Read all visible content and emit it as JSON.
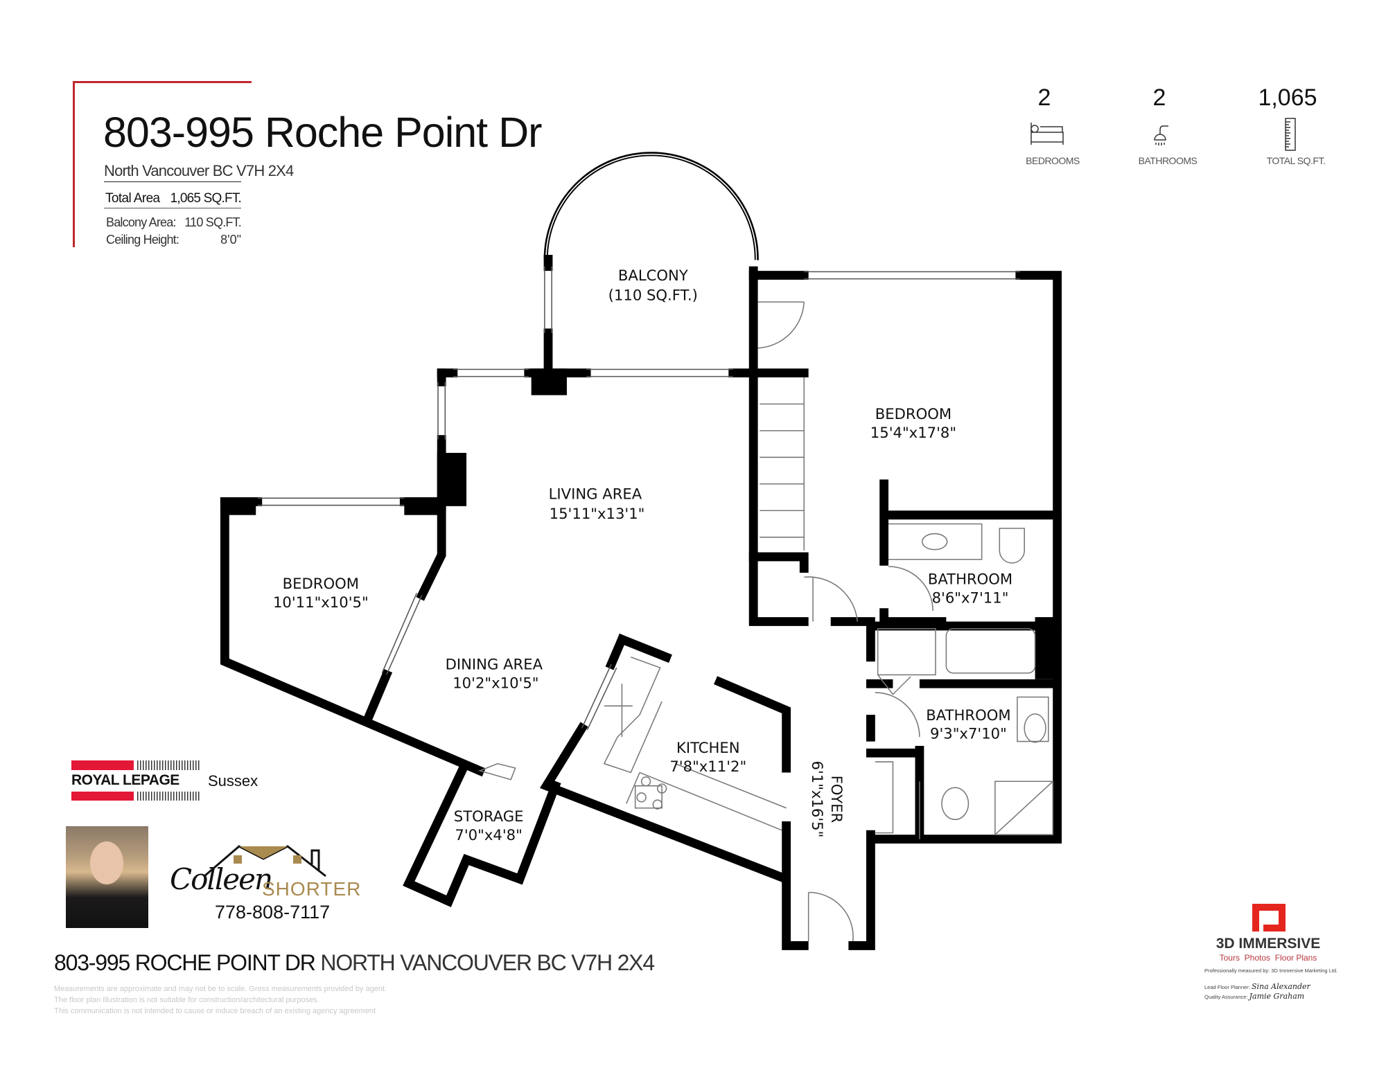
{
  "header": {
    "title": "803-995 Roche Point Dr",
    "subtitle": "North Vancouver BC V7H 2X4",
    "total_area_label": "Total Area",
    "total_area_value": "1,065 SQ.FT.",
    "balcony_area_label": "Balcony Area:",
    "balcony_area_value": "110 SQ.FT.",
    "ceiling_height_label": "Ceiling Height:",
    "ceiling_height_value": "8'0\"",
    "accent_color": "#c0272d"
  },
  "stats": [
    {
      "value": "2",
      "label": "BEDROOMS",
      "icon": "bed-icon"
    },
    {
      "value": "2",
      "label": "BATHROOMS",
      "icon": "shower-icon"
    },
    {
      "value": "1,065",
      "label": "TOTAL SQ.FT.",
      "icon": "ruler-icon"
    }
  ],
  "rooms": {
    "balcony": {
      "name": "BALCONY",
      "size": "(110 SQ.FT.)"
    },
    "bedroom_main": {
      "name": "BEDROOM",
      "size": "15'4\"x17'8\""
    },
    "living": {
      "name": "LIVING AREA",
      "size": "15'11\"x13'1\""
    },
    "bedroom_second": {
      "name": "BEDROOM",
      "size": "10'11\"x10'5\""
    },
    "dining": {
      "name": "DINING AREA",
      "size": "10'2\"x10'5\""
    },
    "bathroom_ensuite": {
      "name": "BATHROOM",
      "size": "8'6\"x7'11\""
    },
    "bathroom_main": {
      "name": "BATHROOM",
      "size": "9'3\"x7'10\""
    },
    "kitchen": {
      "name": "KITCHEN",
      "size": "7'8\"x11'2\""
    },
    "storage": {
      "name": "STORAGE",
      "size": "7'0\"x4'8\""
    },
    "foyer": {
      "name": "FOYER",
      "size": "6'1\"x16'5\""
    }
  },
  "branding": {
    "brokerage": "ROYAL LEPAGE",
    "brokerage_office": "Sussex",
    "agent_first": "Colleen",
    "agent_last": "SHORTER",
    "agent_phone": "778-808-7117",
    "brokerage_color": "#e31837",
    "agent_gold": "#a98a4f"
  },
  "footer": {
    "address_bold": "803-995 ROCHE POINT DR",
    "address_light": "NORTH VANCOUVER BC V7H 2X4",
    "disclaimer": [
      "Measurements are approximate and may not be to scale. Gross measurements provided by agent.",
      "The floor plan illustration is not suitable for construction/architectural purposes.",
      "This communication is not intended to cause or induce breach of an existing agency agreement"
    ]
  },
  "measurer": {
    "company": "3D IMMERSIVE",
    "tagline": "Tours  Photos  Floor Plans",
    "measured_by": "Professionally measured by: 3D Immersive Marketing Ltd.",
    "lead_label": "Lead Floor Planner:",
    "lead_name": "Sina Alexander",
    "qa_label": "Quality Assurance:",
    "qa_name": "Jamie Graham",
    "brand_color": "#e5261f"
  }
}
